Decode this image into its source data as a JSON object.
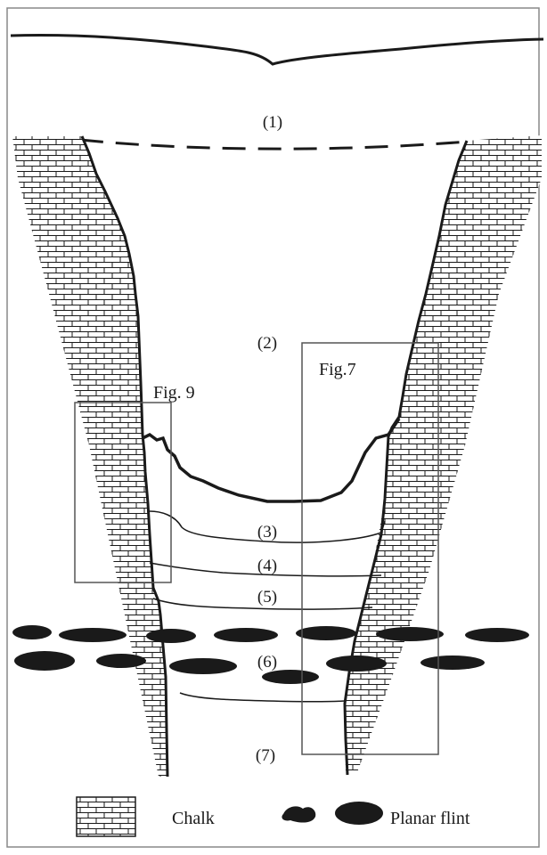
{
  "labels": {
    "layer1": "(1)",
    "layer2": "(2)",
    "layer3": "(3)",
    "layer4": "(4)",
    "layer5": "(5)",
    "layer6": "(6)",
    "layer7": "(7)",
    "fig9": "Fig. 9",
    "fig7": "Fig.7"
  },
  "legend": {
    "chalk": "Chalk",
    "flint": "Planar flint"
  },
  "colors": {
    "ink": "#1a1a1a",
    "background": "#ffffff",
    "frame": "#888888"
  }
}
